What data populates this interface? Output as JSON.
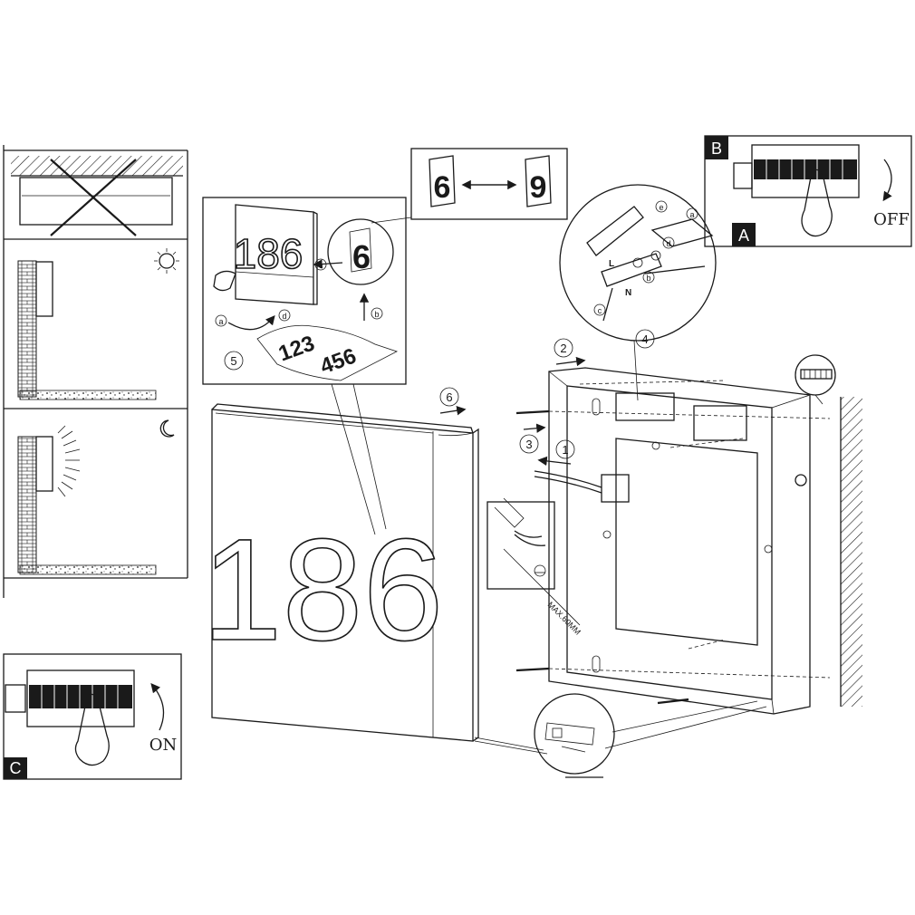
{
  "labels": {
    "panel_a": "A",
    "panel_b": "B",
    "panel_c": "C",
    "off": "OFF",
    "on": "ON",
    "max_length": "MAX.60MM"
  },
  "steps": {
    "s1": "1",
    "s2": "2",
    "s3": "3",
    "s4": "4",
    "s5": "5",
    "s6": "6"
  },
  "substeps": {
    "a": "a",
    "b": "b",
    "c": "c",
    "d": "d",
    "e": "e"
  },
  "wire_labels": {
    "live": "L",
    "neutral": "N"
  },
  "house_number": {
    "display": "186",
    "small": "186",
    "sheet_line1": "123",
    "sheet_line2": "456",
    "digit_swap_from": "6",
    "digit_swap_to": "9",
    "digit_detail": "6"
  },
  "icons": [
    "sun-icon",
    "moon-icon",
    "screw-icon",
    "ground-icon"
  ]
}
